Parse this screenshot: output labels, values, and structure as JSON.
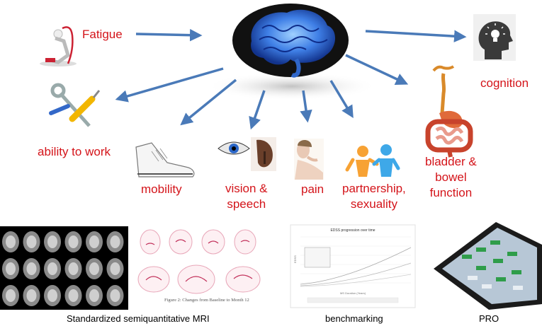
{
  "labels": {
    "fatigue": "Fatigue",
    "cognition": "cognition",
    "ability_to_work": "ability to work",
    "mobility": "mobility",
    "vision_speech": [
      "vision &",
      "speech"
    ],
    "pain": "pain",
    "partnership": [
      "partnership,",
      "sexuality"
    ],
    "bladder": [
      "bladder &",
      "bowel",
      "function"
    ]
  },
  "captions": {
    "mri": "Standardized semiquantitative MRI",
    "benchmarking": "benchmarking",
    "pro": "PRO"
  },
  "figure_texts": {
    "figure2_caption": "Figure 2: Changes from Baseline to Month 12",
    "chart_title": "EDSS progression over time",
    "chart_ylabel": "EDSS",
    "chart_xlabel": "MS Duration (Years)"
  },
  "colors": {
    "label_red": "#d4141a",
    "arrow_blue": "#4a7ab8",
    "brain_blue": "#3f7fe6"
  }
}
